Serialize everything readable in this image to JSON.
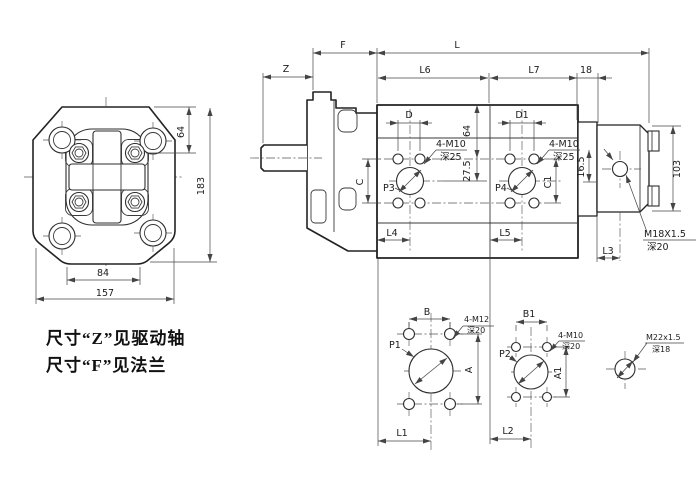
{
  "front_view": {
    "dim_height_top": "64",
    "dim_height_total": "183",
    "dim_bolt_span": "84",
    "dim_width_total": "157"
  },
  "side_view": {
    "dim_z": "Z",
    "dim_f": "F",
    "dim_l": "L",
    "dim_l6": "L6",
    "dim_l7": "L7",
    "dim_18": "18",
    "dim_d": "D",
    "dim_d1": "D1",
    "dim_64": "64",
    "dim_27_5": "27.5",
    "dim_c": "C",
    "dim_c1": "C1",
    "dim_l4": "L4",
    "dim_l5": "L5",
    "dim_16_5": "16.5",
    "dim_103": "103",
    "dim_l3": "L3",
    "port_p3": "P3",
    "port_p4": "P4",
    "p3_thread": "4-M10",
    "p3_depth": "深25",
    "p4_thread": "4-M10",
    "p4_depth": "深25",
    "drain_thread": "M18X1.5",
    "drain_depth": "深20"
  },
  "bottom_view": {
    "dim_b": "B",
    "dim_a": "A",
    "dim_l1": "L1",
    "port_p1": "P1",
    "p1_thread": "4-M12",
    "p1_depth": "深20",
    "dim_b1": "B1",
    "dim_a1": "A1",
    "dim_l2": "L2",
    "port_p2": "P2",
    "p2_thread": "4-M10",
    "p2_depth": "深20",
    "gauge_thread": "M22x1.5",
    "gauge_depth": "深18"
  },
  "notes": {
    "line1": "尺寸“Z”见驱动轴",
    "line2": "尺寸“F”见法兰"
  }
}
